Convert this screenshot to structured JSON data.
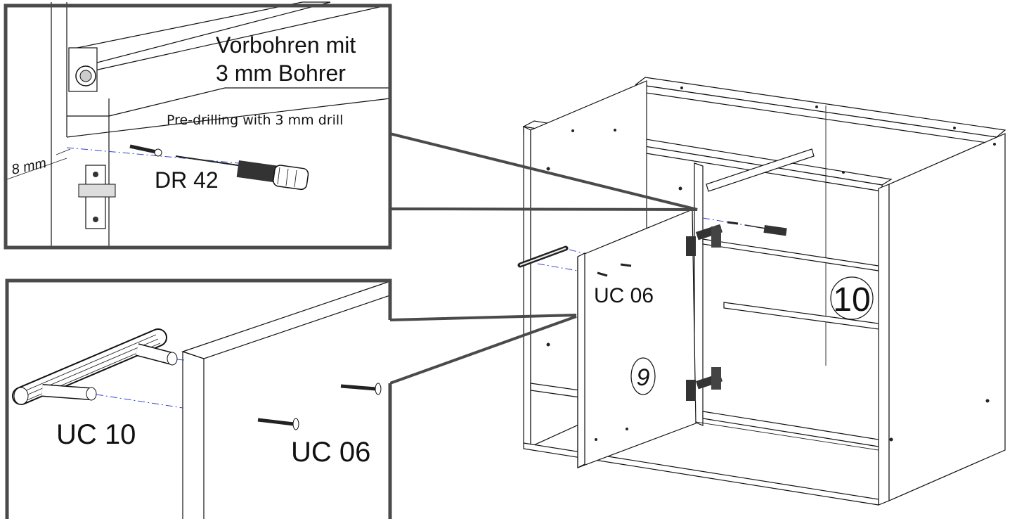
{
  "callouts": {
    "top": {
      "title_de_line1": "Vorbohren mit",
      "title_de_line2": "3 mm Bohrer",
      "subtitle_en": "Pre-drilling with 3 mm drill",
      "dimension": "8 mm",
      "screw_code": "DR 42"
    },
    "bottom": {
      "handle_code": "UC 10",
      "screw_code": "UC 06"
    }
  },
  "main": {
    "door_screw_code": "UC 06",
    "door_number": "9",
    "cabinet_number": "10"
  },
  "colors": {
    "frame": "#4a4a4a",
    "guide_line": "#3344cc",
    "ink": "#111111"
  }
}
